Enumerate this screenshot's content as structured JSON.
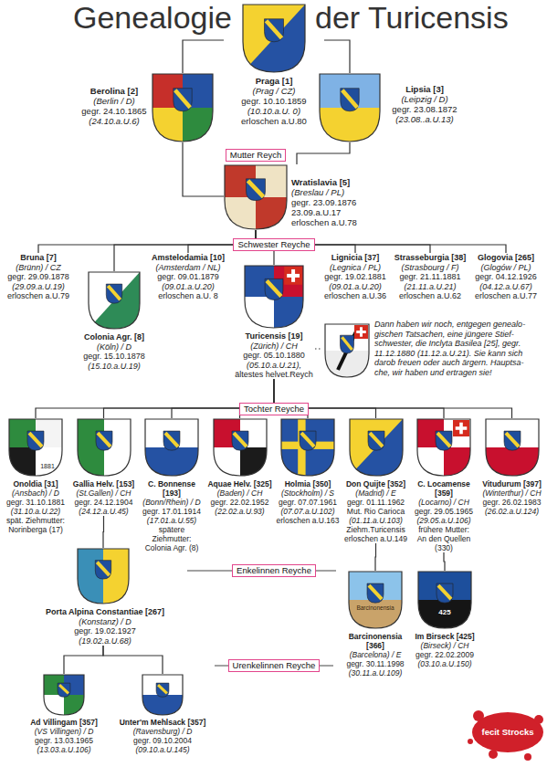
{
  "diagram": {
    "nodes": [
      {
        "text": [
          "Praga [1]",
          "(Prag / CZ)",
          "gegr. 10.10.1859",
          "(10.10.a.U. 0)",
          "erloschen a.U.80"
        ]
      },
      {
        "text": [
          "Berolina [2]",
          "(Berlin / D)",
          "gegr. 24.10.1865",
          "(24.10.a.U.6)"
        ]
      },
      {
        "text": [
          "Lipsia [3]",
          "(Leipzig / D)",
          "gegr. 23.08.1872",
          "(23.08..a.U.13)"
        ]
      },
      {
        "text": [
          "Mutter Reych"
        ]
      },
      {
        "text": [
          "Wratislavia [5]",
          "(Breslau / PL)",
          "gegr. 23.09.1876",
          "23.09.a.U.17",
          "erloschen a.U.78"
        ]
      },
      {
        "text": [
          "Schwester Reyche"
        ]
      },
      {
        "text": [
          "Bruna [7]",
          "(Brünn) / CZ",
          "gegr. 29.09.1878",
          "(29.09.a.U.19)",
          "erloschen a.U.79"
        ]
      },
      {
        "text": [
          "Colonia Agr. [8]",
          "(Köln) / D",
          "gegr. 15.10.1878",
          "(15.10.a.U.19)"
        ]
      },
      {
        "text": [
          "Amstelodamia [10]",
          "(Amsterdam / NL)",
          "gegr. 09.01.1879",
          "(09.01.a.U.20)",
          "erloschen a.U. 8"
        ]
      },
      {
        "text": [
          "Turicensis [19]",
          "(Zürich) / CH",
          "gegr. 05.10.1880",
          "(05.10.a.U.21),",
          "ältestes helvet.Reych"
        ]
      },
      {
        "text": [
          "Lignicia [37]",
          "(Legnica / PL)",
          "gegr. 19.02.1881",
          "(09.01.a.U.20)",
          "erloschen a.U.36"
        ]
      },
      {
        "text": [
          "Strasseburgia [38]",
          "(Strasbourg / F)",
          "gegr. 21.11.1881",
          "(21.11.a.U.21)",
          "erloschen a.U.62"
        ]
      },
      {
        "text": [
          "Glogovia [265]",
          "(Glogów / PL)",
          "gegr. 04.12.1926",
          "(04.12.a.U.67)",
          "erloschen a.U.77"
        ]
      },
      {
        "text": [
          "Dann haben wir noch, entgegen genealo- gischen Tatsachen, eine jüngere Stief- schwester, die Inclyta Basilea [25], gegr. 11.12.1880 (11.12.a.U.21). Sie kann sich darob freuen oder auch ärgern. Hauptsa- che, wir haben und ertragen sie!"
        ]
      },
      {
        "text": [
          "Tochter Reyche"
        ]
      },
      {
        "text": [
          "Onoldia [31]",
          "(Ansbach) / D",
          "gegr. 31.10.1881",
          "(31.10.a.U.22)",
          "spät. Ziehmutter:",
          "Norinberga (17)"
        ]
      },
      {
        "text": [
          "Gallia Helv. [153]",
          "(St.Gallen) / CH",
          "gegr. 24.12.1904",
          "(24.12.a.U.45)"
        ]
      },
      {
        "text": [
          "C. Bonnense [193]",
          "(Bonn/Rhein) / D",
          "gegr. 17.01.1914",
          "(17.01.a.U.55)",
          "spätere Ziehmutter:",
          "Colonia Agr. (8)"
        ]
      },
      {
        "text": [
          "Aquae Helv. [325]",
          "(Baden) / CH",
          "gegr. 22.02.1952",
          "(22.02.a.U.93)"
        ]
      },
      {
        "text": [
          "Holmia [350]",
          "(Stockholm) / S",
          "gegr. 07.07.1961",
          "(07.07.a.U.102)",
          "erloschen a.U.163"
        ]
      },
      {
        "text": [
          "Don Quijte [352]",
          "(Madrid) / E",
          "gegr. 01.11.1962",
          "Mut. Rio Carioca",
          "(01.11.a.U.103)",
          "Ziehm.Turicensis",
          "erloschen a.U.149"
        ]
      },
      {
        "text": [
          "C. Locamense [359]",
          "(Locarno) / CH",
          "gegr. 29.05.1965",
          "(29.05.a.U.106)",
          "frühere Mutter:",
          "An den Quellen (330)"
        ]
      },
      {
        "text": [
          "Vitudurum [397]",
          "(Winterthur) / CH",
          "gegr. 26.02.1983",
          "(26.02.a.U.124)"
        ]
      },
      {
        "text": [
          "Enkelinnen Reyche"
        ]
      },
      {
        "text": [
          "Porta Alpina Constantiae [267]",
          "(Konstanz) / D",
          "gegr. 19.02.1927",
          "(19.02.a.U.68)"
        ]
      },
      {
        "text": [
          "Barcinonensia [366]",
          "(Barcelona) / E",
          "gegr. 30.11.1998",
          "(30.11.a.U.109)"
        ]
      },
      {
        "text": [
          "Im Birseck [425]",
          "(Birseck) / CH",
          "gegr. 22.02.2009",
          "(03.10.a.U.150)"
        ]
      },
      {
        "text": [
          "Urenkelinnen Reyche"
        ]
      },
      {
        "text": [
          "Ad Villingam [357]",
          "(VS Villingen) / D",
          "gegr. 13.03.1965",
          "(13.03.a.U.106)"
        ]
      },
      {
        "text": [
          "Unter'm Mehlsack [357]",
          "(Ravensburg) / D",
          "gegr. 09.10.2004",
          "(09.10.a.U.145)"
        ]
      }
    ],
    "edges": [
      {
        "from": 0,
        "to": 1,
        "arrow": "none"
      },
      {
        "from": 0,
        "to": 2,
        "arrow": "none"
      },
      {
        "from": 1,
        "to": 4,
        "arrow": "none"
      },
      {
        "from": 2,
        "to": 4,
        "arrow": "none"
      },
      {
        "from": 4,
        "to": 6,
        "arrow": "none"
      },
      {
        "from": 4,
        "to": 7,
        "arrow": "none"
      },
      {
        "from": 4,
        "to": 8,
        "arrow": "none"
      },
      {
        "from": 4,
        "to": 9,
        "arrow": "none"
      },
      {
        "from": 4,
        "to": 10,
        "arrow": "none"
      },
      {
        "from": 4,
        "to": 11,
        "arrow": "none"
      },
      {
        "from": 4,
        "to": 12,
        "arrow": "none"
      },
      {
        "from": 9,
        "to": 13,
        "arrow": "none"
      },
      {
        "from": 9,
        "to": 15,
        "arrow": "none"
      },
      {
        "from": 9,
        "to": 16,
        "arrow": "none"
      },
      {
        "from": 9,
        "to": 17,
        "arrow": "none"
      },
      {
        "from": 9,
        "to": 18,
        "arrow": "none"
      },
      {
        "from": 9,
        "to": 19,
        "arrow": "none"
      },
      {
        "from": 9,
        "to": 20,
        "arrow": "none"
      },
      {
        "from": 9,
        "to": 21,
        "arrow": "none"
      },
      {
        "from": 9,
        "to": 22,
        "arrow": "none"
      },
      {
        "from": 16,
        "to": 24,
        "arrow": "none"
      },
      {
        "from": 20,
        "to": 25,
        "arrow": "none"
      },
      {
        "from": 21,
        "to": 26,
        "arrow": "none"
      },
      {
        "from": 24,
        "to": 28,
        "arrow": "none"
      },
      {
        "from": 24,
        "to": 29,
        "arrow": "none"
      }
    ],
    "labels": [
      "Genealogie",
      "der Turicensis",
      "1881",
      "Barcinonensia",
      "425",
      "fecit Strocks"
    ]
  }
}
